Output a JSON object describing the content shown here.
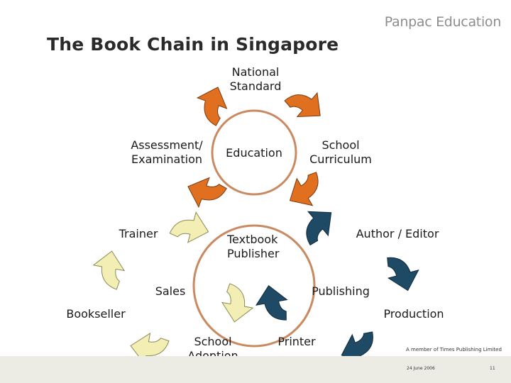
{
  "brand": "Panpac Education",
  "title": "The Book Chain in Singapore",
  "circles": {
    "education": "Education",
    "publisher": "Textbook\nPublisher"
  },
  "nodes": {
    "national_standard": "National\nStandard",
    "school_curriculum": "School\nCurriculum",
    "assessment": "Assessment/\nExamination",
    "trainer": "Trainer",
    "author_editor": "Author / Editor",
    "publishing": "Publishing",
    "sales": "Sales",
    "production": "Production",
    "bookseller": "Bookseller",
    "printer": "Printer",
    "school_adoption": "School\nAdoption"
  },
  "footer": {
    "member": "A member of Times Publishing Limited",
    "date": "24 June 2006",
    "page": "11"
  },
  "colors": {
    "orange": "#e07020",
    "navy": "#1f4a66",
    "cream": "#f3efb4",
    "ring": "#c98a62"
  }
}
